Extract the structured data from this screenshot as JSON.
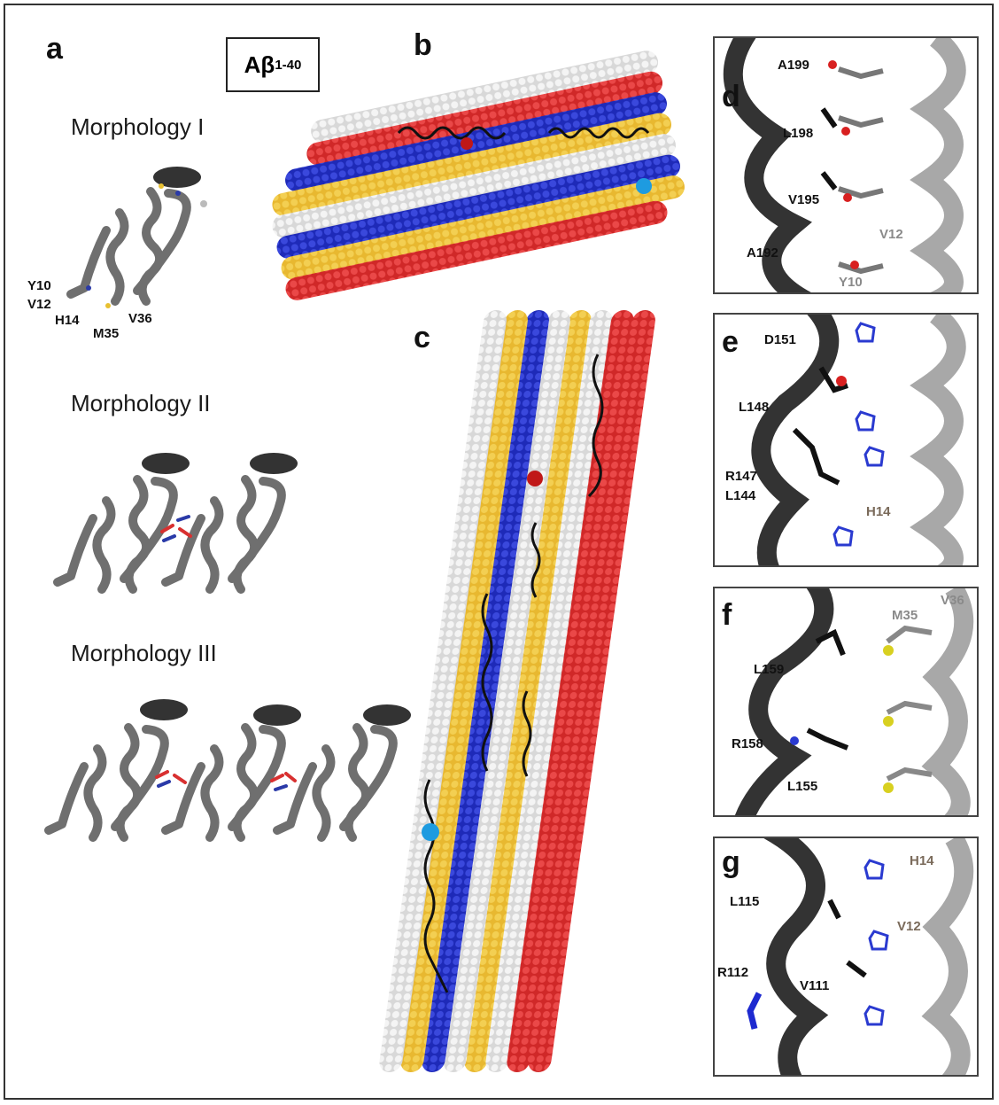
{
  "panel_a": {
    "letter": "a",
    "box": {
      "main": "Aβ",
      "sub": "1-40"
    },
    "morphologies": [
      "Morphology I",
      "Morphology II",
      "Morphology III"
    ],
    "residues": [
      "Y10",
      "V12",
      "H14",
      "M35",
      "V36"
    ]
  },
  "panel_b": {
    "letter": "b"
  },
  "panel_c": {
    "letter": "c"
  },
  "panel_d": {
    "letter": "d",
    "labels": [
      "A199",
      "L198",
      "V195",
      "A192",
      "V12",
      "Y10"
    ]
  },
  "panel_e": {
    "letter": "e",
    "labels": [
      "D151",
      "L148",
      "R147",
      "L144",
      "H14"
    ]
  },
  "panel_f": {
    "letter": "f",
    "labels": [
      "V36",
      "M35",
      "L159",
      "R158",
      "L155"
    ]
  },
  "panel_g": {
    "letter": "g",
    "labels": [
      "H14",
      "L115",
      "V12",
      "R112",
      "V111"
    ]
  },
  "colors": {
    "yellow": "#e8b830",
    "blue": "#2a2ac8",
    "red": "#d83030",
    "white": "#f2f2f2",
    "grey": "#6f6f6f",
    "dark": "#333333",
    "light_grey": "#bdbdbd",
    "cyan": "#1e9be0"
  }
}
